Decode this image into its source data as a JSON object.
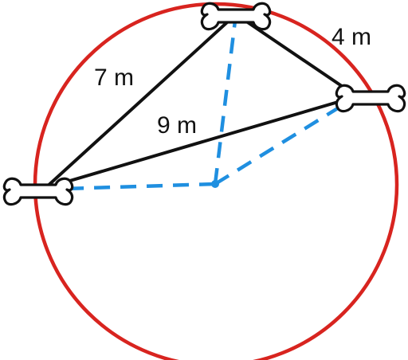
{
  "diagram": {
    "labels": {
      "side_short": "4 m",
      "side_left": "7 m",
      "side_long": "9 m"
    },
    "colors": {
      "circle": "#d8241f",
      "triangle": "#111111",
      "radius_dashed": "#1f8fe0",
      "center_dot": "#1f8fe0",
      "bone_fill": "#ffffff",
      "bone_stroke": "#111111"
    },
    "icons": [
      "bone-icon",
      "bone-icon",
      "bone-icon"
    ]
  }
}
